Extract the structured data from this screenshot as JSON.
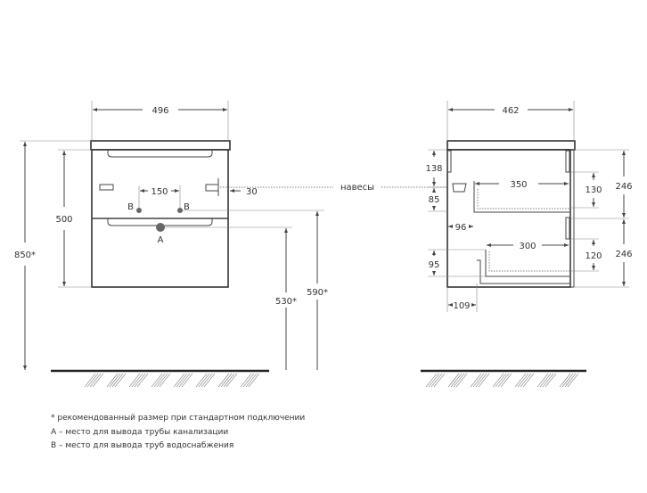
{
  "front_view": {
    "width": "496",
    "height_body": "500",
    "height_total": "850*",
    "hole_spacing": "150",
    "hanger_offset": "30",
    "height_a": "530*",
    "height_b": "590*",
    "label_a": "A",
    "label_b": "B"
  },
  "hanger_label": "навесы",
  "side_view": {
    "depth": "462",
    "dim_138": "138",
    "dim_85": "85",
    "dim_96": "96",
    "dim_350": "350",
    "dim_130": "130",
    "dim_246_top": "246",
    "dim_246_bottom": "246",
    "dim_300": "300",
    "dim_120": "120",
    "dim_95": "95",
    "dim_109": "109"
  },
  "notes": [
    "* рекомендованный размер при стандартном подключении",
    "А – место для вывода трубы канализации",
    "В – место для вывода труб водоснабжения"
  ]
}
